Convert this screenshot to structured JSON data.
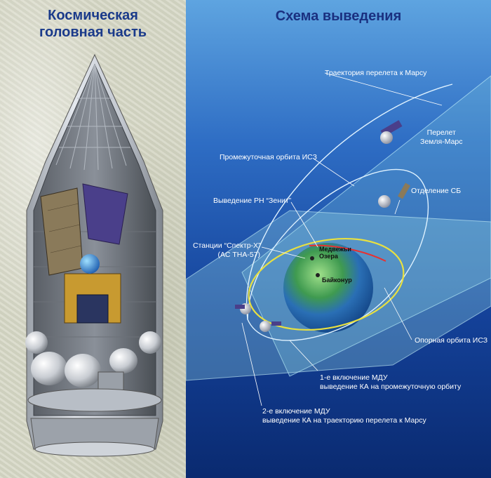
{
  "left": {
    "title_line1": "Космическая",
    "title_line2": "головная часть"
  },
  "right": {
    "title": "Схема выведения",
    "labels": {
      "mars_trajectory": "Траектория перелета к Марсу",
      "flight_line1": "Перелет",
      "flight_line2": "Земля-Марс",
      "intermediate_orbit": "Промежуточная орбита ИСЗ",
      "sb_separation": "Отделение СБ",
      "zenit": "Выведение РН “Зенит”",
      "stations_line1": "Станции “Спектр-Х”",
      "stations_line2": "(АС ТНА-57)",
      "bear_lakes_line1": "Медвежьи",
      "bear_lakes_line2": "Озера",
      "baikonur": "Байконур",
      "reference_orbit": "Опорная орбита ИСЗ",
      "mdu1_line1": "1-е включение МДУ",
      "mdu1_line2": "выведение КА на промежуточную орбиту",
      "mdu2_line1": "2-е включение МДУ",
      "mdu2_line2": "выведение КА на траекторию перелета к Марсу"
    }
  },
  "colors": {
    "title_blue": "#1a3a8a",
    "sky_top": "#5ea4e0",
    "sky_bottom": "#0a2a70",
    "orbit_line": "#d8f0ff",
    "reference_orbit": "#e8e040",
    "launch_track": "#e83030"
  }
}
